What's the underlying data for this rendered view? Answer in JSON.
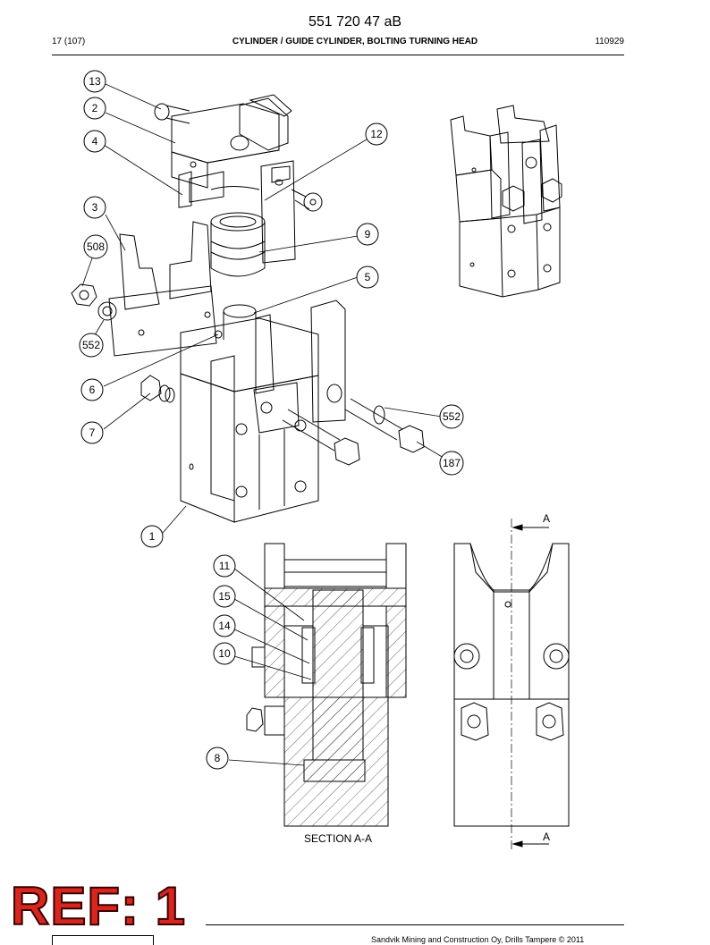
{
  "header": {
    "doc_number": "551 720 47 aB",
    "page": "17 (107)",
    "title": "CYLINDER / GUIDE CYLINDER, BOLTING TURNING HEAD",
    "code": "110929"
  },
  "callouts": [
    "13",
    "2",
    "4",
    "12",
    "3",
    "9",
    "508",
    "5",
    "552",
    "6",
    "7",
    "552",
    "187",
    "1",
    "11",
    "15",
    "14",
    "10",
    "8"
  ],
  "section": {
    "label": "SECTION A-A",
    "marker_top": "A",
    "marker_bottom": "A"
  },
  "stamp": "REF: 1",
  "footer": "Sandvik Mining and Construction Oy, Drills Tampere © 2011"
}
